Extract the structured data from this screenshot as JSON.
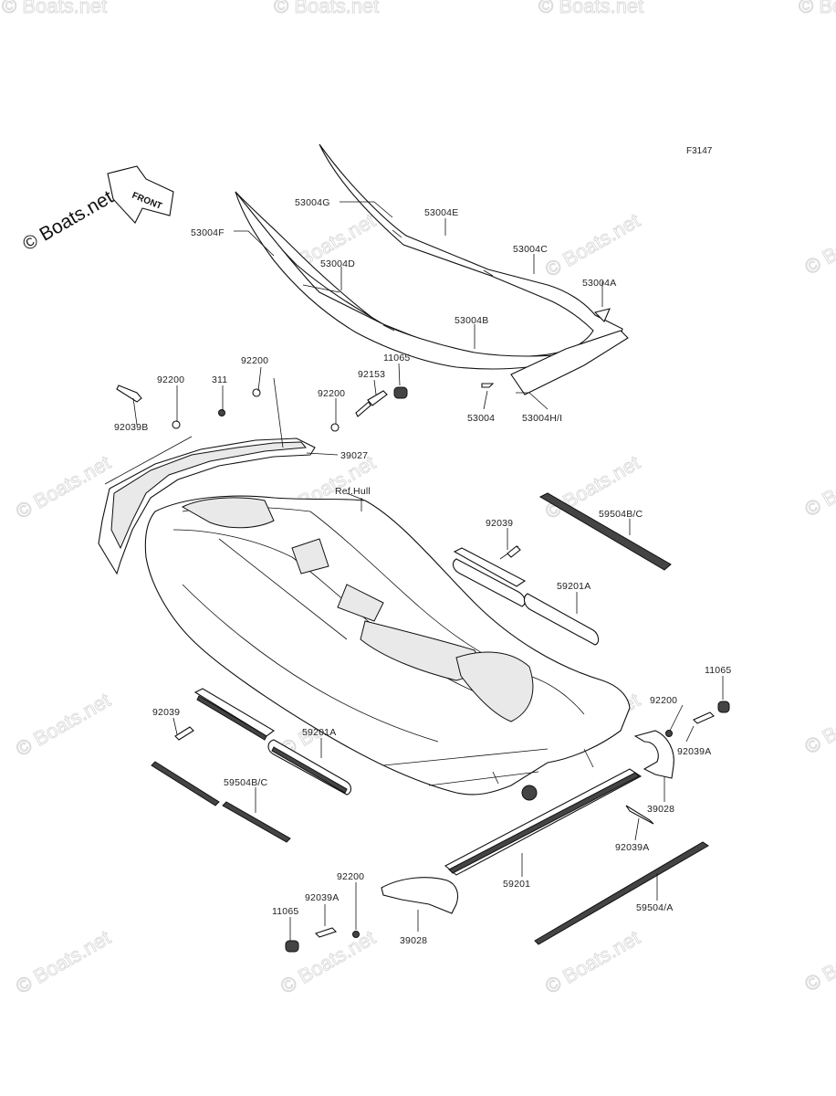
{
  "diagram": {
    "figure_code": "F3147",
    "watermark_text": "© Boats.net",
    "logo_text": "© Boats.net",
    "front_arrow_text": "FRONT",
    "hull_reference": "Ref.Hull",
    "labels": {
      "l_53004G": "53004G",
      "l_53004E": "53004E",
      "l_53004F": "53004F",
      "l_53004C": "53004C",
      "l_53004D": "53004D",
      "l_53004A": "53004A",
      "l_53004B": "53004B",
      "l_53004": "53004",
      "l_53004HI": "53004H/I",
      "l_92200_a": "92200",
      "l_311": "311",
      "l_92200_b": "92200",
      "l_11065_a": "11065",
      "l_92153": "92153",
      "l_92200_c": "92200",
      "l_92039B": "92039B",
      "l_39027": "39027",
      "l_59504BC_a": "59504B/C",
      "l_92039_a": "92039",
      "l_59201A_a": "59201A",
      "l_11065_b": "11065",
      "l_92200_d": "92200",
      "l_92039A_a": "92039A",
      "l_92039_b": "92039",
      "l_59201A_b": "59201A",
      "l_39028_a": "39028",
      "l_59504BC_b": "59504B/C",
      "l_92039A_b": "92039A",
      "l_59201": "59201",
      "l_92200_e": "92200",
      "l_92039A_c": "92039A",
      "l_59504A": "59504/A",
      "l_11065_c": "11065",
      "l_39028_b": "39028"
    }
  }
}
